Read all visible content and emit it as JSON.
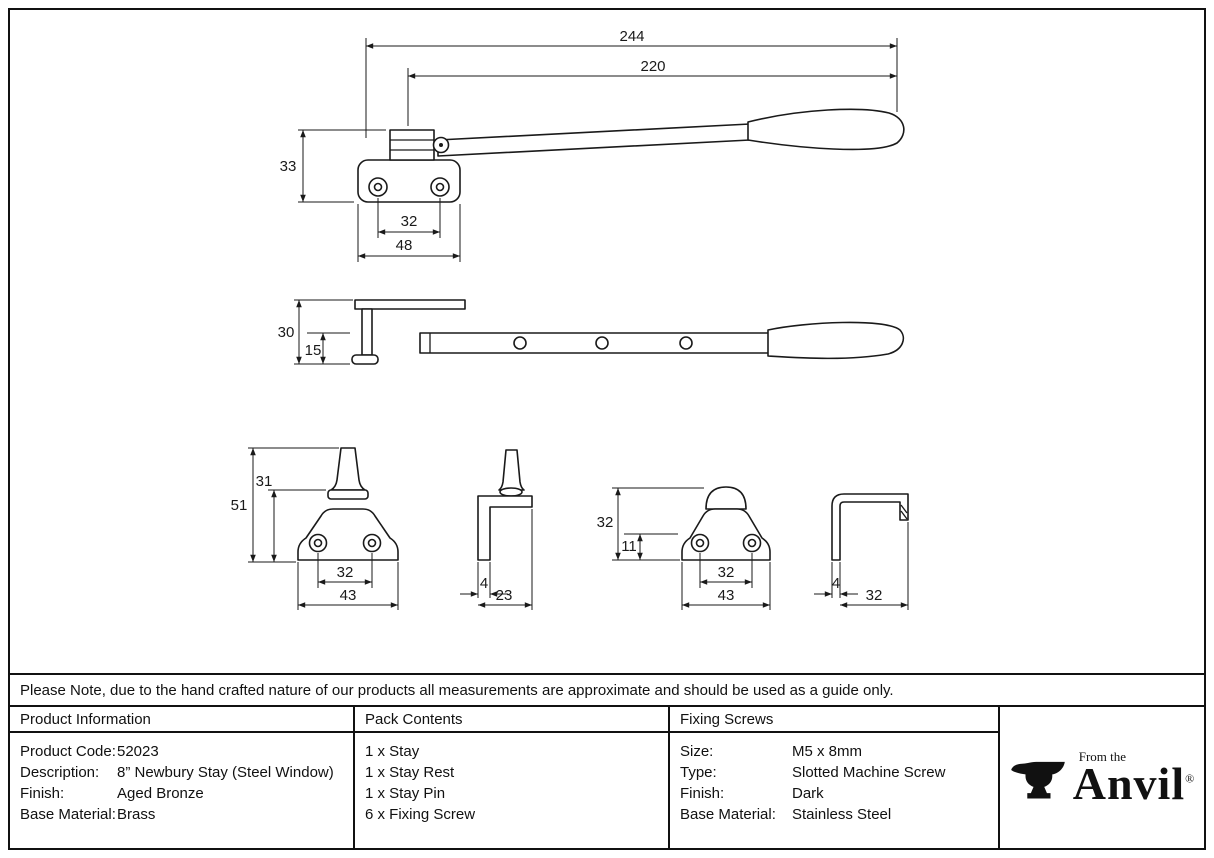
{
  "note": "Please Note, due to the hand crafted nature of our products all measurements are approximate and should be used as a guide only.",
  "drawing": {
    "stay_plan": {
      "overall_length": "244",
      "arm_length": "220",
      "plate_height": "33",
      "hole_spacing": "32",
      "plate_width": "48"
    },
    "stay_side": {
      "overall_height": "30",
      "bar_height": "15"
    },
    "stay_pin_front": {
      "overall_height": "51",
      "pin_height": "31",
      "hole_spacing": "32",
      "base_width": "43"
    },
    "stay_pin_side": {
      "plate_thickness": "4",
      "depth": "23"
    },
    "stay_rest_front": {
      "overall_height": "32",
      "body_height": "11",
      "hole_spacing": "32",
      "base_width": "43"
    },
    "stay_rest_side": {
      "plate_thickness": "4",
      "depth": "32"
    }
  },
  "table": {
    "product_info": {
      "header": "Product Information",
      "rows": [
        {
          "label": "Product Code:",
          "value": "52023"
        },
        {
          "label": "Description:",
          "value": "8” Newbury Stay (Steel Window)"
        },
        {
          "label": "Finish:",
          "value": "Aged Bronze"
        },
        {
          "label": "Base Material:",
          "value": "Brass"
        }
      ]
    },
    "pack_contents": {
      "header": "Pack Contents",
      "items": [
        "1 x Stay",
        "1 x Stay Rest",
        "1 x Stay Pin",
        "6 x Fixing Screw"
      ]
    },
    "fixing_screws": {
      "header": "Fixing Screws",
      "rows": [
        {
          "label": "Size:",
          "value": "M5 x 8mm"
        },
        {
          "label": "Type:",
          "value": "Slotted Machine Screw"
        },
        {
          "label": "Finish:",
          "value": "Dark"
        },
        {
          "label": "Base Material:",
          "value": "Stainless Steel"
        }
      ]
    }
  },
  "brand": {
    "tagline": "From the",
    "name": "Anvil",
    "registered": "®"
  },
  "colors": {
    "line": "#111111",
    "background": "#ffffff"
  }
}
